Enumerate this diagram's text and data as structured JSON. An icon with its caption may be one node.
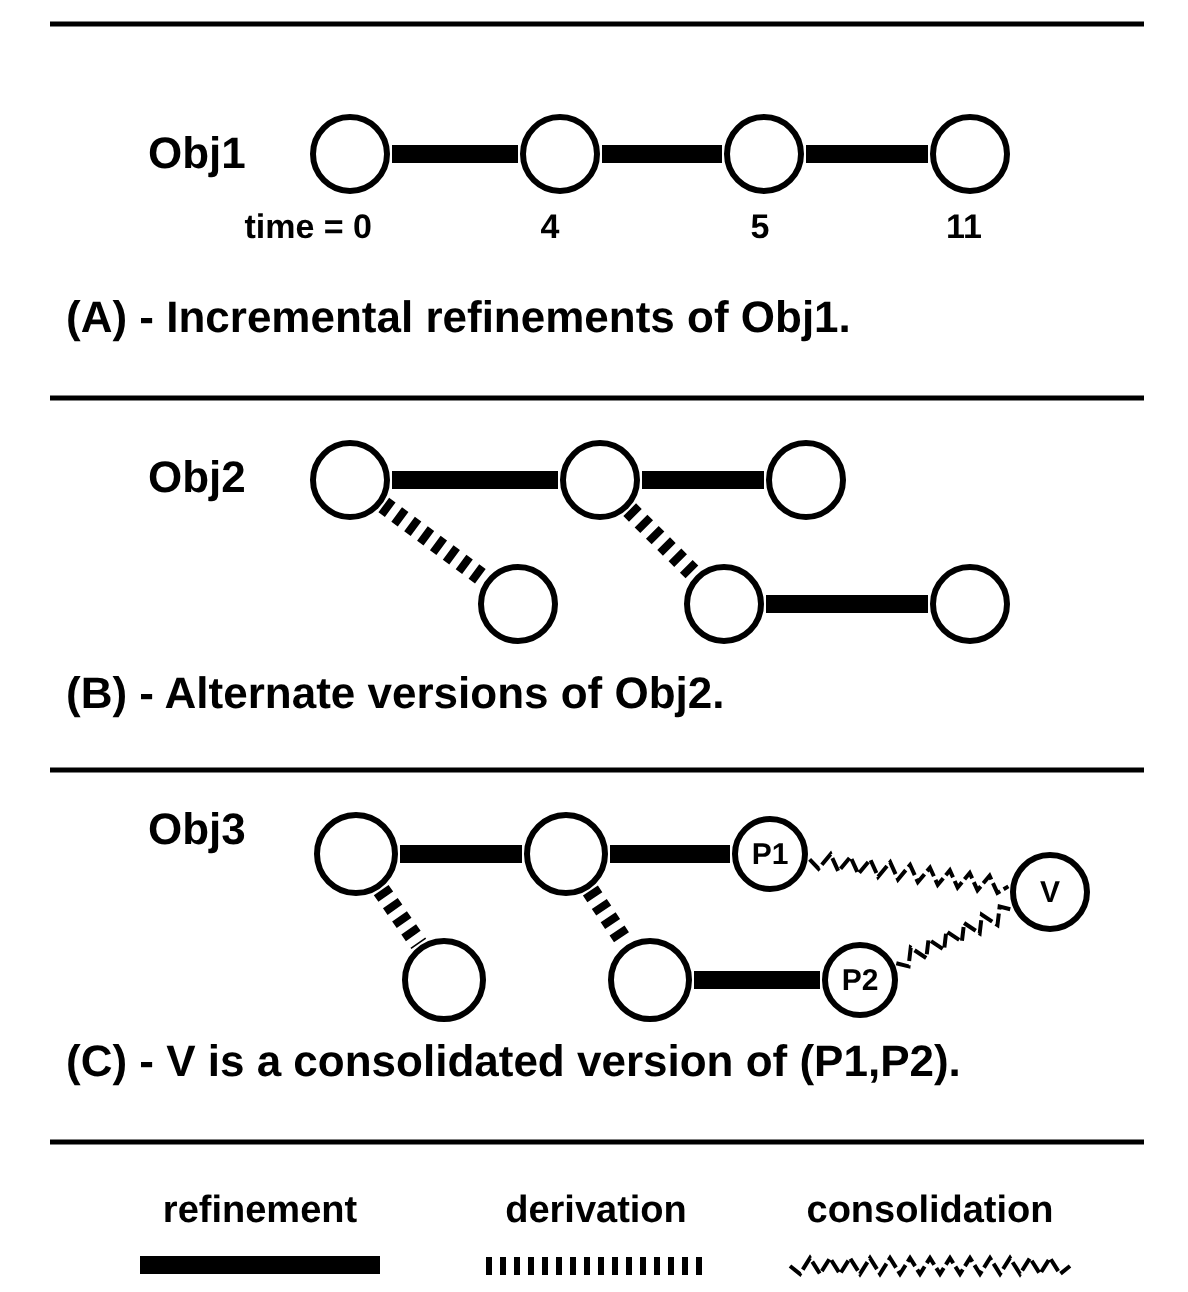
{
  "diagram": {
    "nodes": [
      {
        "text": [],
        "shape": "circle",
        "beside": [
          "time = 0"
        ]
      },
      {
        "text": [],
        "shape": "circle",
        "beside": [
          "4"
        ]
      },
      {
        "text": [],
        "shape": "circle",
        "beside": [
          "5"
        ]
      },
      {
        "text": [],
        "shape": "circle",
        "beside": [
          "11"
        ]
      },
      {
        "text": [],
        "shape": "circle"
      },
      {
        "text": [],
        "shape": "circle"
      },
      {
        "text": [],
        "shape": "circle"
      },
      {
        "text": [],
        "shape": "circle"
      },
      {
        "text": [],
        "shape": "circle"
      },
      {
        "text": [],
        "shape": "circle"
      },
      {
        "text": [],
        "shape": "circle"
      },
      {
        "text": [],
        "shape": "circle"
      },
      {
        "text": [
          "P1"
        ]
      },
      {
        "text": [],
        "shape": "circle"
      },
      {
        "text": [],
        "shape": "circle"
      },
      {
        "text": [
          "P2"
        ]
      },
      {
        "text": [
          "V"
        ]
      }
    ],
    "edges": [
      {
        "from": 0,
        "to": 1,
        "arrow": "none"
      },
      {
        "from": 1,
        "to": 2,
        "arrow": "none"
      },
      {
        "from": 2,
        "to": 3,
        "arrow": "none"
      },
      {
        "from": 4,
        "to": 5,
        "arrow": "none"
      },
      {
        "from": 5,
        "to": 6,
        "arrow": "none"
      },
      {
        "from": 4,
        "to": 7,
        "arrow": "none",
        "style": "dashed"
      },
      {
        "from": 5,
        "to": 8,
        "arrow": "none",
        "style": "dashed"
      },
      {
        "from": 8,
        "to": 9,
        "arrow": "none"
      },
      {
        "from": 10,
        "to": 11,
        "arrow": "none"
      },
      {
        "from": 11,
        "to": 12,
        "arrow": "none"
      },
      {
        "from": 10,
        "to": 13,
        "arrow": "none",
        "style": "dashed"
      },
      {
        "from": 11,
        "to": 14,
        "arrow": "none",
        "style": "dashed"
      },
      {
        "from": 14,
        "to": 15,
        "arrow": "none"
      },
      {
        "from": 12,
        "to": 16,
        "arrow": "none",
        "style": "dashed"
      },
      {
        "from": 15,
        "to": 16,
        "arrow": "none",
        "style": "dashed"
      }
    ],
    "labels": [
      "Obj1",
      "(A) - Incremental refinements of Obj1.",
      "Obj2",
      "(B) - Alternate versions of Obj2.",
      "Obj3",
      "(C) - V is a consolidated version of (P1,P2)."
    ],
    "legend": [
      {
        "text": "refinement"
      },
      {
        "text": "derivation"
      },
      {
        "text": "consolidation"
      }
    ]
  }
}
